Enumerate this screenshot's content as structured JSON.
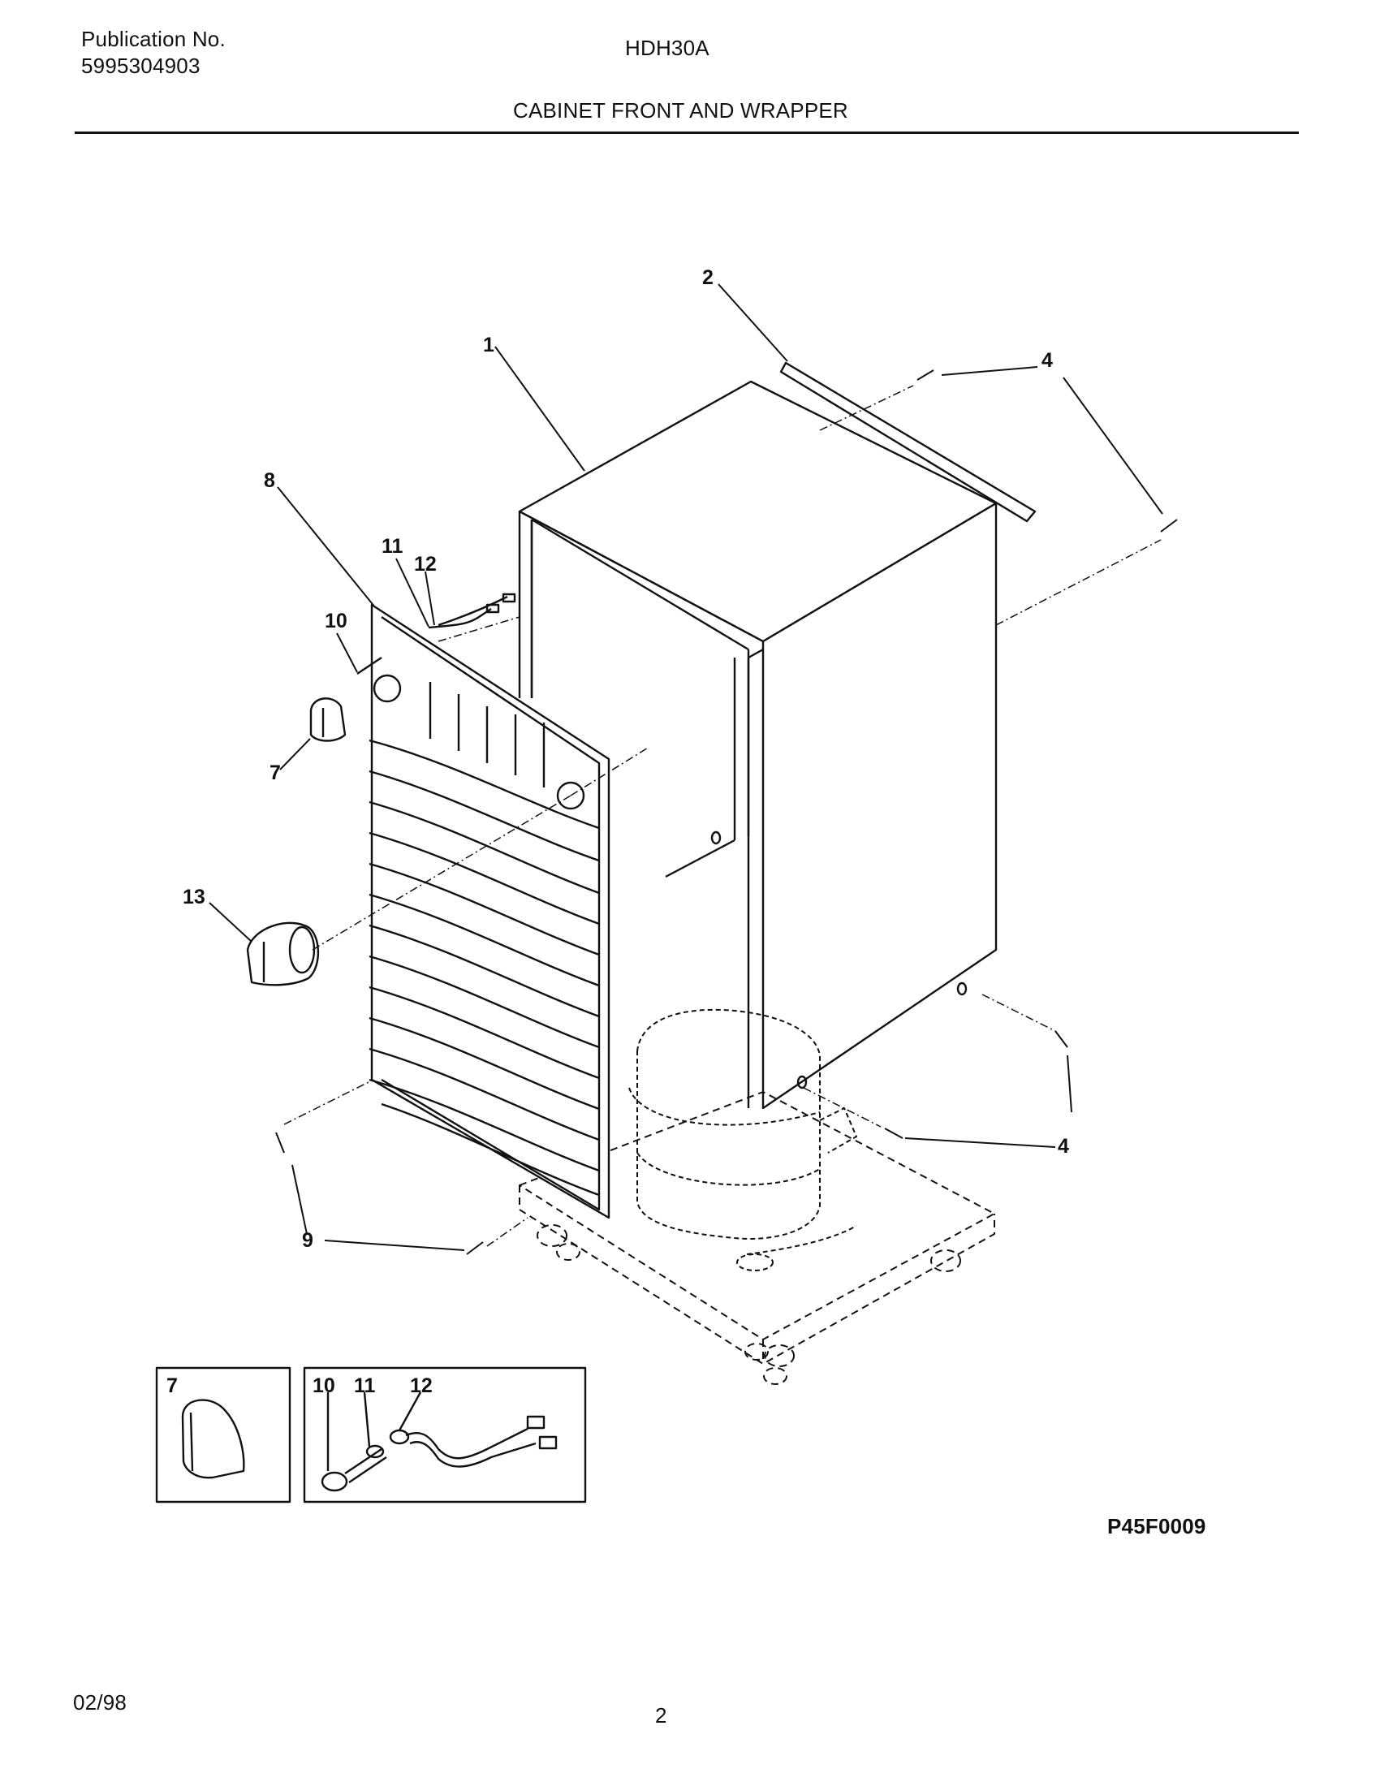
{
  "header": {
    "publication_label": "Publication No.",
    "publication_number": "5995304903",
    "model": "HDH30A",
    "section_title": "CABINET FRONT AND WRAPPER"
  },
  "diagram": {
    "callouts": [
      "1",
      "2",
      "4",
      "4",
      "7",
      "8",
      "9",
      "10",
      "11",
      "12",
      "13"
    ],
    "inset_left_label": "7",
    "inset_right_labels": [
      "10",
      "11",
      "12"
    ],
    "figure_code": "P45F0009"
  },
  "footer": {
    "date": "02/98",
    "page_number": "2"
  }
}
